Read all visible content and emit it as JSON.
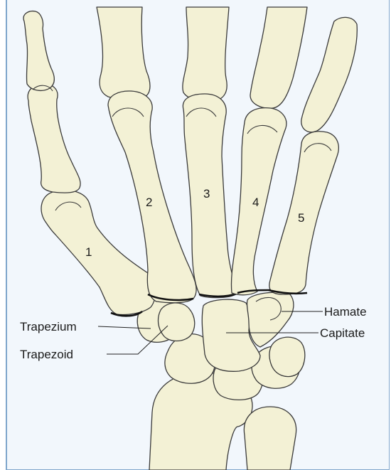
{
  "digit_numbers": [
    "1",
    "2",
    "3",
    "4",
    "5"
  ],
  "labels": {
    "trapezium": "Trapezium",
    "trapezoid": "Trapezoid",
    "hamate": "Hamate",
    "capitate": "Capitate"
  },
  "colors": {
    "bone_fill": "#f3f1d5",
    "outline": "#3a3a3a",
    "frame_border": "#7fa6cc",
    "frame_background": "#f2f7fc"
  }
}
